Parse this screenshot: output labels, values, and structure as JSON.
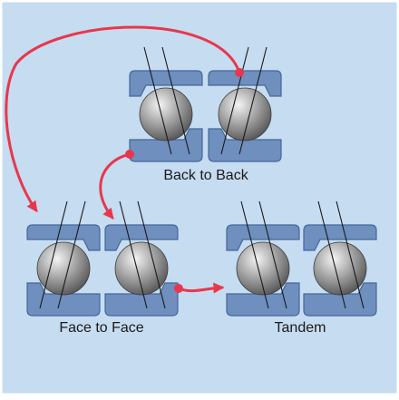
{
  "colors": {
    "background": "#c6dcf1",
    "frame": "#ffffff",
    "ring_fill": "#6f8fbe",
    "ring_stroke": "#44679a",
    "ball_light": "#f4f4f4",
    "ball_dark": "#4f4f4f",
    "contact_line": "#1a1a1a",
    "arrow": "#e8374c"
  },
  "labels": {
    "back_to_back": "Back to Back",
    "face_to_face": "Face to Face",
    "tandem": "Tandem"
  },
  "arrangements": [
    {
      "name": "back-to-back",
      "bearing_count": 2
    },
    {
      "name": "face-to-face",
      "bearing_count": 2
    },
    {
      "name": "tandem",
      "bearing_count": 2
    }
  ],
  "arrows": [
    {
      "name": "arrow-to-face-to-face-left"
    },
    {
      "name": "arrow-to-face-to-face-right"
    },
    {
      "name": "arrow-to-tandem"
    }
  ]
}
